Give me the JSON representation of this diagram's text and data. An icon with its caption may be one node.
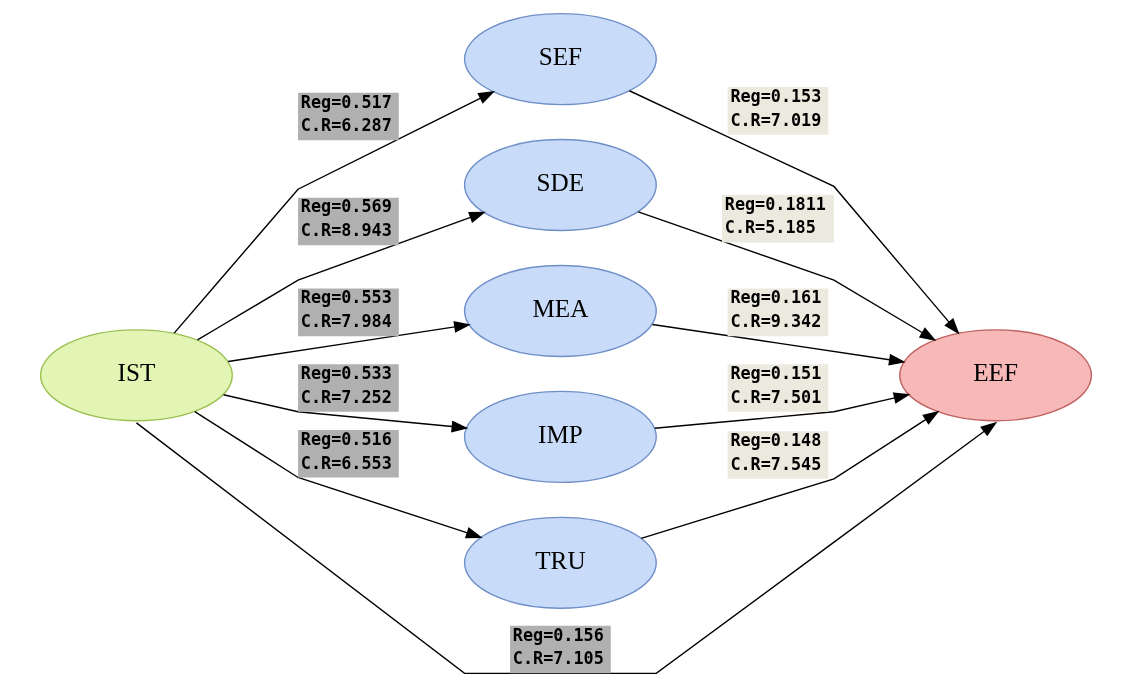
{
  "diagram": {
    "nodes": [
      {
        "text": [
          "IST"
        ]
      },
      {
        "text": [
          "SEF"
        ]
      },
      {
        "text": [
          "SDE"
        ]
      },
      {
        "text": [
          "MEA"
        ]
      },
      {
        "text": [
          "IMP"
        ]
      },
      {
        "text": [
          "TRU"
        ]
      },
      {
        "text": [
          "EEF"
        ]
      }
    ],
    "edges": [
      {
        "from": 0,
        "to": 1,
        "arrow": "to",
        "label": "Reg=0.517 C.R=6.287"
      },
      {
        "from": 0,
        "to": 2,
        "arrow": "to",
        "label": "Reg=0.569 C.R=8.943"
      },
      {
        "from": 0,
        "to": 3,
        "arrow": "to",
        "label": "Reg=0.553 C.R=7.984"
      },
      {
        "from": 0,
        "to": 4,
        "arrow": "to",
        "label": "Reg=0.533 C.R=7.252"
      },
      {
        "from": 0,
        "to": 5,
        "arrow": "to",
        "label": "Reg=0.516 C.R=6.553"
      },
      {
        "from": 1,
        "to": 6,
        "arrow": "to",
        "label": "Reg=0.153 C.R=7.019"
      },
      {
        "from": 2,
        "to": 6,
        "arrow": "to",
        "label": "Reg=0.1811 C.R=5.185"
      },
      {
        "from": 3,
        "to": 6,
        "arrow": "to",
        "label": "Reg=0.161 C.R=9.342"
      },
      {
        "from": 4,
        "to": 6,
        "arrow": "to",
        "label": "Reg=0.151 C.R=7.501"
      },
      {
        "from": 5,
        "to": 6,
        "arrow": "to",
        "label": "Reg=0.148 C.R=7.545"
      },
      {
        "from": 0,
        "to": 6,
        "arrow": "to",
        "label": "Reg=0.156 C.R=7.105"
      }
    ]
  }
}
